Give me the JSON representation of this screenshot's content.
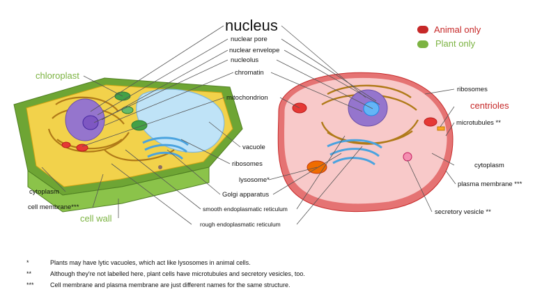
{
  "title": "nucleus",
  "legend": [
    {
      "label": "Animal only",
      "color": "#c62828"
    },
    {
      "label": "Plant only",
      "color": "#7cb342"
    }
  ],
  "center_labels": [
    "nuclear pore",
    "nuclear envelope",
    "nucleolus",
    "chromatin",
    "mitochondrion",
    "vacuole",
    "ribosomes",
    "lysosome*",
    "Golgi apparatus",
    "smooth endoplasmatic reticulum",
    "rough endoplasmatic reticulum"
  ],
  "plant_labels": {
    "chloroplast": "chloroplast",
    "cytoplasm": "cytoplasm",
    "cell_membrane": "cell membrane***",
    "cell_wall": "cell wall"
  },
  "animal_labels": {
    "ribosomes": "ribosomes",
    "centrioles": "centrioles",
    "microtubules": "microtubules **",
    "cytoplasm": "cytoplasm",
    "plasma_membrane": "plasma membrane ***",
    "secretory_vesicle": "secretory vesicle **"
  },
  "footnotes": [
    {
      "marker": "*",
      "text": "Plants may have lytic vacuoles, which act like lysosomes in animal cells."
    },
    {
      "marker": "**",
      "text": "Although they're not labelled here, plant cells have microtubules and secretory vesicles, too."
    },
    {
      "marker": "***",
      "text": "Cell membrane and plasma membrane are just different names for the same structure."
    }
  ],
  "colors": {
    "plant_wall": "#7cb342",
    "plant_cytoplasm": "#f2d24b",
    "vacuole": "#bfe3f7",
    "animal_cell": "#f4b6b6",
    "animal_membrane": "#e57373",
    "nucleus": "#9575cd"
  }
}
